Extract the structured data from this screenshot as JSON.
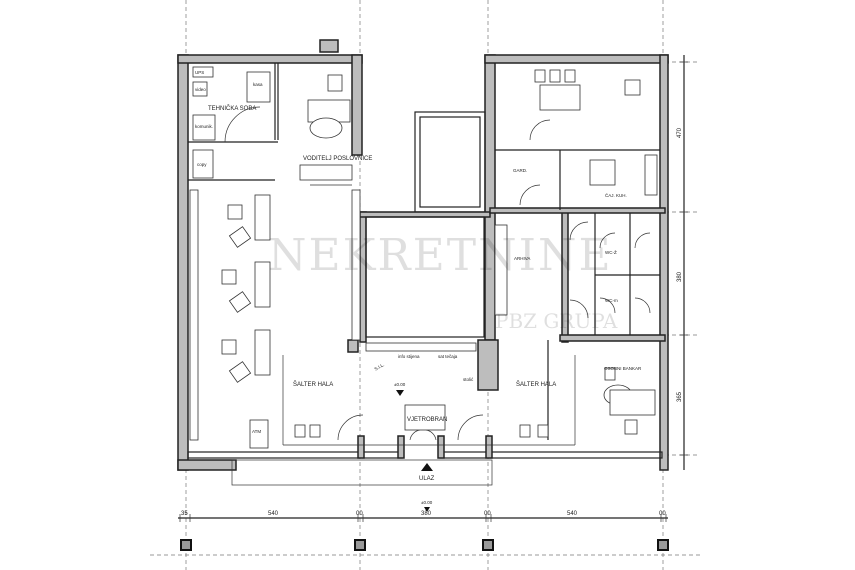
{
  "rooms": {
    "ups": "UPS",
    "video": "video",
    "kasa": "kasa",
    "tehnicka_soba": "TEHNIČKA SOBA",
    "komunik": "komunik.",
    "copy": "copy",
    "voditelj": "VODITELJ POSLOVNICE",
    "salter_hala_left": "ŠALTER HALA",
    "salter_hala_right": "ŠALTER HALA",
    "info_stijena": "info stijena",
    "sat_tecaja": "sat tečaja",
    "stolic": "stolić",
    "sil": "S.I.L.",
    "vjetrobran": "VJETROBRAN",
    "ulaz": "ULAZ",
    "atm": "ATM",
    "arhiva": "ARHIVA",
    "gard": "GARD.",
    "caj_kuh": "ČAJ. KUH.",
    "wc_z": "WC-Ž",
    "wc_m": "WC-m",
    "osobni_bankar": "OSOBNI BANKAR"
  },
  "levels": {
    "hall": "±0.00",
    "entrance": "±0.00"
  },
  "dimensions": {
    "right": [
      "470",
      "380",
      "365"
    ],
    "bottom": [
      "35",
      "540",
      "00",
      "380",
      "00",
      "540",
      "00"
    ]
  },
  "watermark": {
    "main": "NEKRETNINE",
    "sub": "PBZ GRUPA"
  }
}
